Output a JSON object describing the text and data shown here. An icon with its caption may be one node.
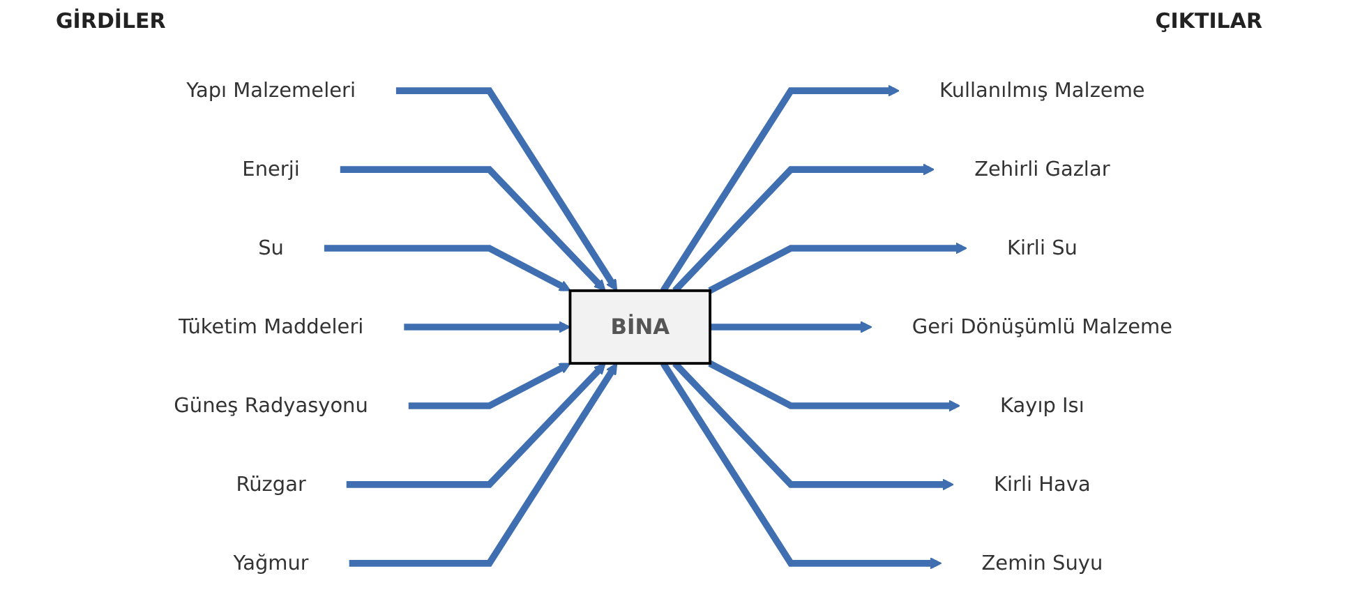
{
  "diagram": {
    "nodes": [
      {
        "text": [
          "Yapı Malzemeleri"
        ]
      },
      {
        "text": [
          "Enerji"
        ]
      },
      {
        "text": [
          "Su"
        ]
      },
      {
        "text": [
          "Tüketim Maddeleri"
        ]
      },
      {
        "text": [
          "Güneş Radyasyonu"
        ]
      },
      {
        "text": [
          "Rüzgar"
        ]
      },
      {
        "text": [
          "Yağmur"
        ]
      },
      {
        "text": [
          "BİNA"
        ]
      },
      {
        "text": [
          "Kullanılmış Malzeme"
        ]
      },
      {
        "text": [
          "Zehirli Gazlar"
        ]
      },
      {
        "text": [
          "Kirli Su"
        ]
      },
      {
        "text": [
          "Geri Dönüşümlü Malzeme"
        ]
      },
      {
        "text": [
          "Kayıp Isı"
        ]
      },
      {
        "text": [
          "Kirli Hava"
        ]
      },
      {
        "text": [
          "Zemin Suyu"
        ]
      }
    ],
    "edges": [
      {
        "from": 0,
        "to": 7,
        "arrow": "to"
      },
      {
        "from": 1,
        "to": 7,
        "arrow": "to"
      },
      {
        "from": 2,
        "to": 7,
        "arrow": "to"
      },
      {
        "from": 3,
        "to": 7,
        "arrow": "to"
      },
      {
        "from": 4,
        "to": 7,
        "arrow": "to"
      },
      {
        "from": 5,
        "to": 7,
        "arrow": "to"
      },
      {
        "from": 6,
        "to": 7,
        "arrow": "to"
      },
      {
        "from": 7,
        "to": 8,
        "arrow": "to"
      },
      {
        "from": 7,
        "to": 9,
        "arrow": "to"
      },
      {
        "from": 7,
        "to": 10,
        "arrow": "to"
      },
      {
        "from": 7,
        "to": 11,
        "arrow": "to"
      },
      {
        "from": 7,
        "to": 12,
        "arrow": "to"
      },
      {
        "from": 7,
        "to": 13,
        "arrow": "to"
      },
      {
        "from": 7,
        "to": 14,
        "arrow": "to"
      }
    ],
    "labels": [
      "GİRDİLER",
      "ÇIKTILAR"
    ]
  }
}
